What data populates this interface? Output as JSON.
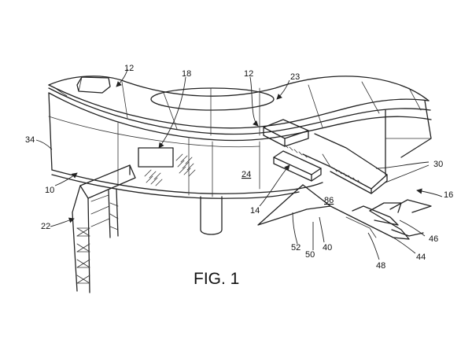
{
  "figure": {
    "caption": "FIG. 1"
  },
  "labels": [
    {
      "id": "12a",
      "text": "12"
    },
    {
      "id": "18",
      "text": "18"
    },
    {
      "id": "12b",
      "text": "12"
    },
    {
      "id": "23",
      "text": "23"
    },
    {
      "id": "34",
      "text": "34"
    },
    {
      "id": "24",
      "text": "24"
    },
    {
      "id": "30",
      "text": "30"
    },
    {
      "id": "10",
      "text": "10"
    },
    {
      "id": "16",
      "text": "16"
    },
    {
      "id": "22",
      "text": "22"
    },
    {
      "id": "14",
      "text": "14"
    },
    {
      "id": "86",
      "text": "86"
    },
    {
      "id": "46",
      "text": "46"
    },
    {
      "id": "52",
      "text": "52"
    },
    {
      "id": "40",
      "text": "40"
    },
    {
      "id": "50",
      "text": "50"
    },
    {
      "id": "44",
      "text": "44"
    },
    {
      "id": "48",
      "text": "48"
    }
  ]
}
